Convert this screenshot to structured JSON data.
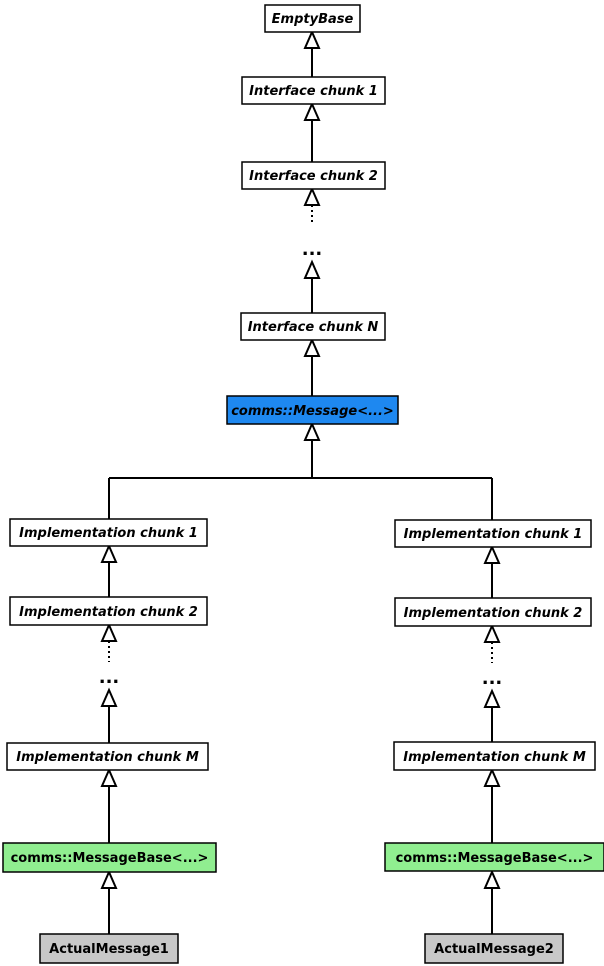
{
  "colors": {
    "plain_fill": "#ffffff",
    "message_fill": "#1e88f0",
    "message_base_fill": "#90ee90",
    "actual_fill": "#c8c8c8",
    "stroke": "#000000"
  },
  "nodes": {
    "empty_base": "EmptyBase",
    "interface_1": "Interface chunk 1",
    "interface_2": "Interface chunk 2",
    "interface_dots": "...",
    "interface_n": "Interface chunk N",
    "message": "comms::Message<...>",
    "left": {
      "impl_1": "Implementation chunk 1",
      "impl_2": "Implementation chunk 2",
      "dots": "...",
      "impl_m": "Implementation chunk M",
      "message_base": "comms::MessageBase<...>",
      "actual": "ActualMessage1"
    },
    "right": {
      "impl_1": "Implementation chunk 1",
      "impl_2": "Implementation chunk 2",
      "dots": "...",
      "impl_m": "Implementation chunk M",
      "message_base": "comms::MessageBase<...>",
      "actual": "ActualMessage2"
    }
  }
}
